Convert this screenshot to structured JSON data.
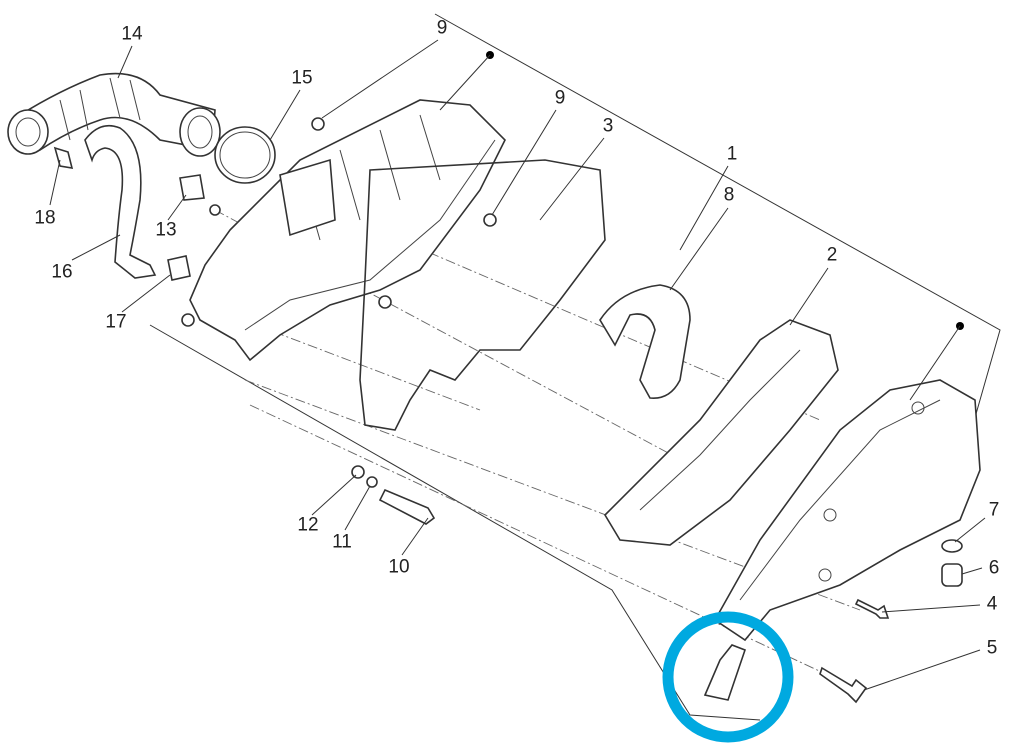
{
  "diagram": {
    "title": "Air filter assembly exploded view",
    "highlight_color": "#00A9E0",
    "labels": {
      "p1": "1",
      "p2": "2",
      "p3": "3",
      "p4": "4",
      "p5": "5",
      "p6": "6",
      "p7": "7",
      "p8": "8",
      "p9a": "9",
      "p9b": "9",
      "p10": "10",
      "p11": "11",
      "p12": "12",
      "p13": "13",
      "p14": "14",
      "p15": "15",
      "p16": "16",
      "p17": "17",
      "p18": "18"
    }
  }
}
